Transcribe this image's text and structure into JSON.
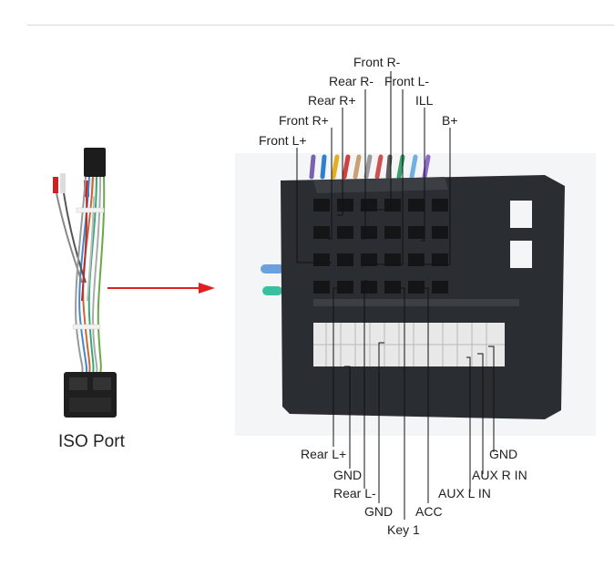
{
  "caption": "ISO Port",
  "labels_top": {
    "front_r_minus": "Front R-",
    "rear_r_minus": "Rear R-",
    "front_l_minus": "Front L-",
    "rear_r_plus": "Rear R+",
    "ill": "ILL",
    "front_r_plus": "Front R+",
    "b_plus": "B+",
    "front_l_plus": "Front L+"
  },
  "labels_bottom": {
    "gnd_right": "GND",
    "rear_l_plus": "Rear L+",
    "aux_r_in": "AUX R IN",
    "gnd_left": "GND",
    "aux_l_in": "AUX L IN",
    "rear_l_minus": "Rear L-",
    "gnd_center": "GND",
    "acc": "ACC",
    "key1": "Key 1"
  },
  "colors": {
    "arrow": "#e02020",
    "connector_body": "#2a2d31",
    "pin_strip": "#e8e8e8",
    "leader_line": "#111111"
  }
}
